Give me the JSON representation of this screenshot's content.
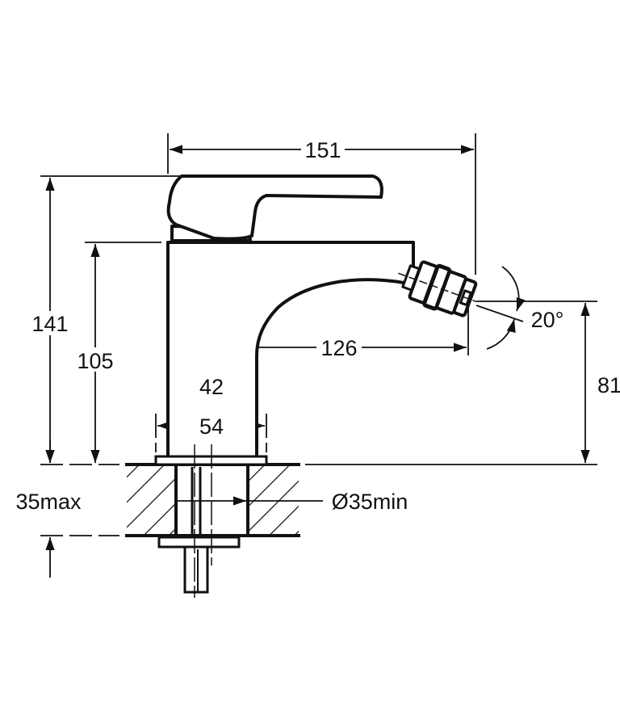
{
  "title": "Bidet mixer technical drawing",
  "dimensions": {
    "overall_width": "151",
    "overall_height": "141",
    "body_height": "105",
    "spout_reach": "126",
    "body_width": "42",
    "base_width": "54",
    "spout_height": "81",
    "spray_angle": "20°",
    "max_counter_thickness": "35max",
    "min_hole_diameter": "Ø35min"
  },
  "colors": {
    "line": "#111111",
    "background": "#ffffff"
  }
}
